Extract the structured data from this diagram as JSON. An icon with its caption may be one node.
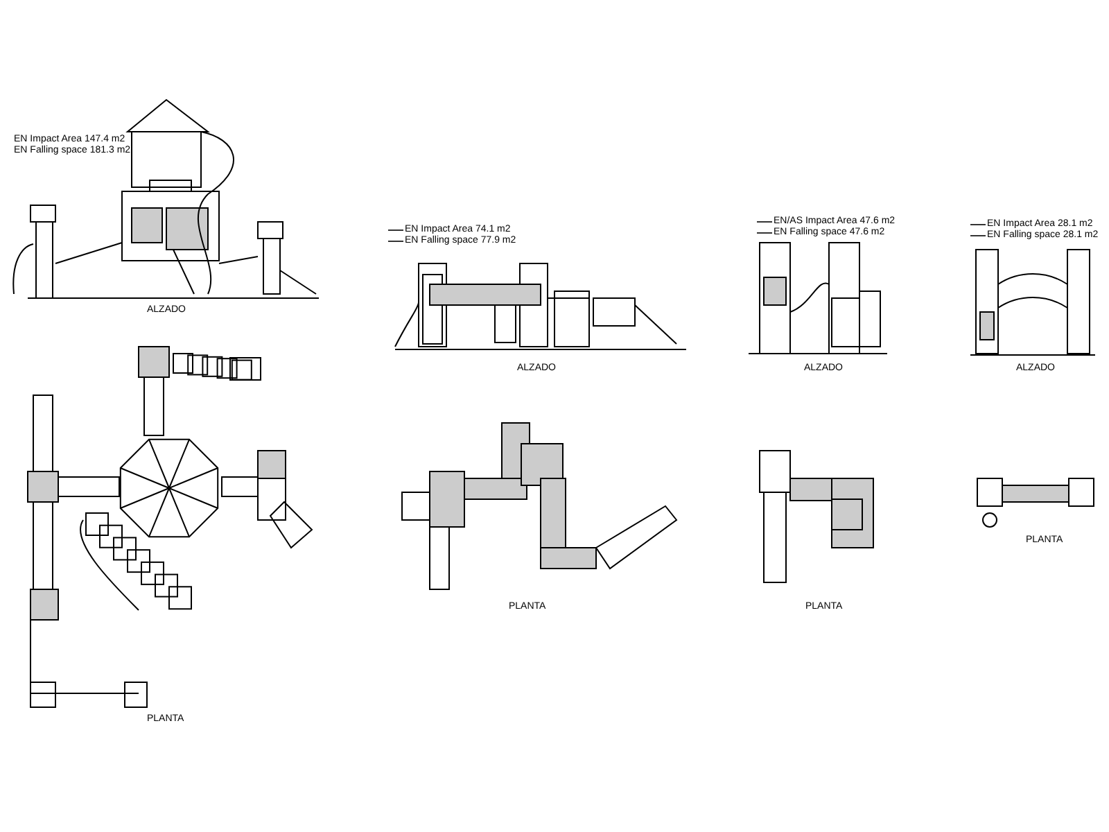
{
  "diagram": {
    "labels": [
      "EN Impact Area 147.4 m2",
      "EN Falling space 181.3 m2",
      "EN Impact Area 74.1 m2",
      "EN Falling space 77.9 m2",
      "EN/AS Impact Area 47.6 m2",
      "EN Falling space 47.6 m2",
      "EN Impact Area 28.1 m2",
      "EN Falling space 28.1 m2",
      "ALZADO",
      "ALZADO",
      "ALZADO",
      "ALZADO",
      "PLANTA",
      "PLANTA",
      "PLANTA",
      "PLANTA"
    ]
  }
}
